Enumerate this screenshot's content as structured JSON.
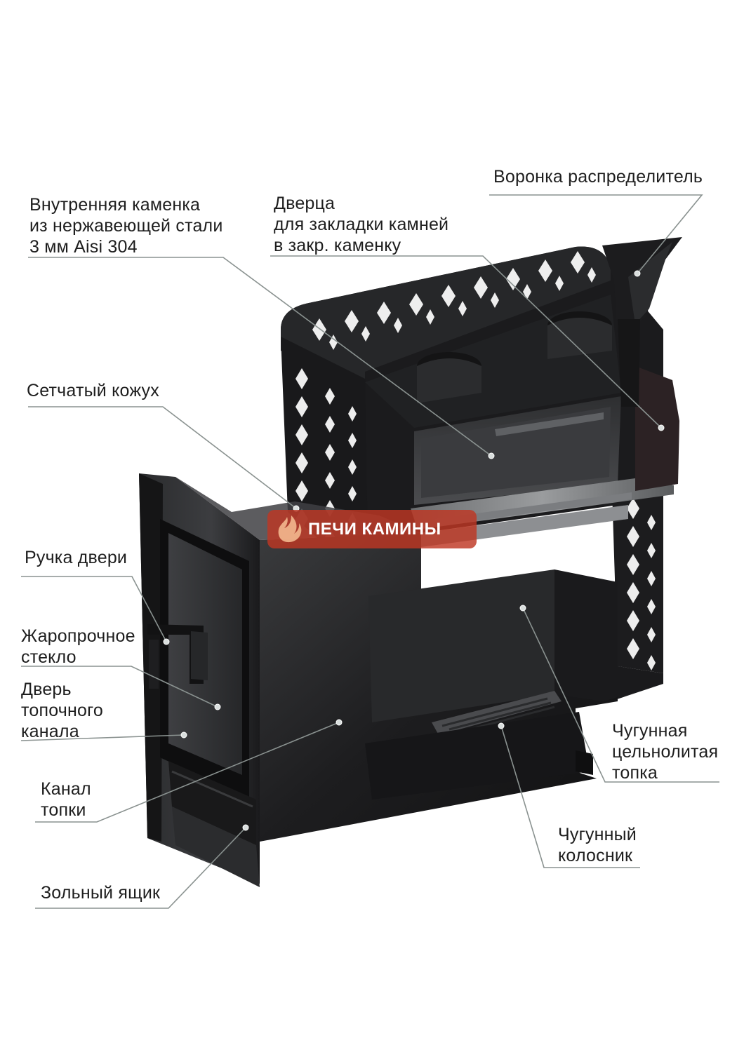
{
  "labels": {
    "funnel": [
      "Воронка распределитель"
    ],
    "inner_heater": [
      "Внутренняя каменка",
      "из нержавеющей стали",
      "3 мм Aisi 304"
    ],
    "stone_door": [
      "Дверца",
      "для закладки камней",
      "в закр. каменку"
    ],
    "mesh_casing": [
      "Сетчатый кожух"
    ],
    "door_handle": [
      "Ручка двери"
    ],
    "glass": [
      "Жаропрочное",
      "стекло"
    ],
    "firebox_door": [
      "Дверь",
      "топочного",
      "канала"
    ],
    "firebox_channel": [
      "Канал",
      "топки"
    ],
    "ash_box": [
      "Зольный ящик"
    ],
    "cast_firebox": [
      "Чугунная",
      "цельнолитая",
      "топка"
    ],
    "grate": [
      "Чугунный",
      "колосник"
    ]
  },
  "watermark": {
    "text": "ПЕЧИ КАМИНЫ",
    "color": "#be3723"
  },
  "colors": {
    "stove_body": "#1f1f21",
    "stove_highlight": "#4a4b4d",
    "leader_line": "#8a9290"
  }
}
